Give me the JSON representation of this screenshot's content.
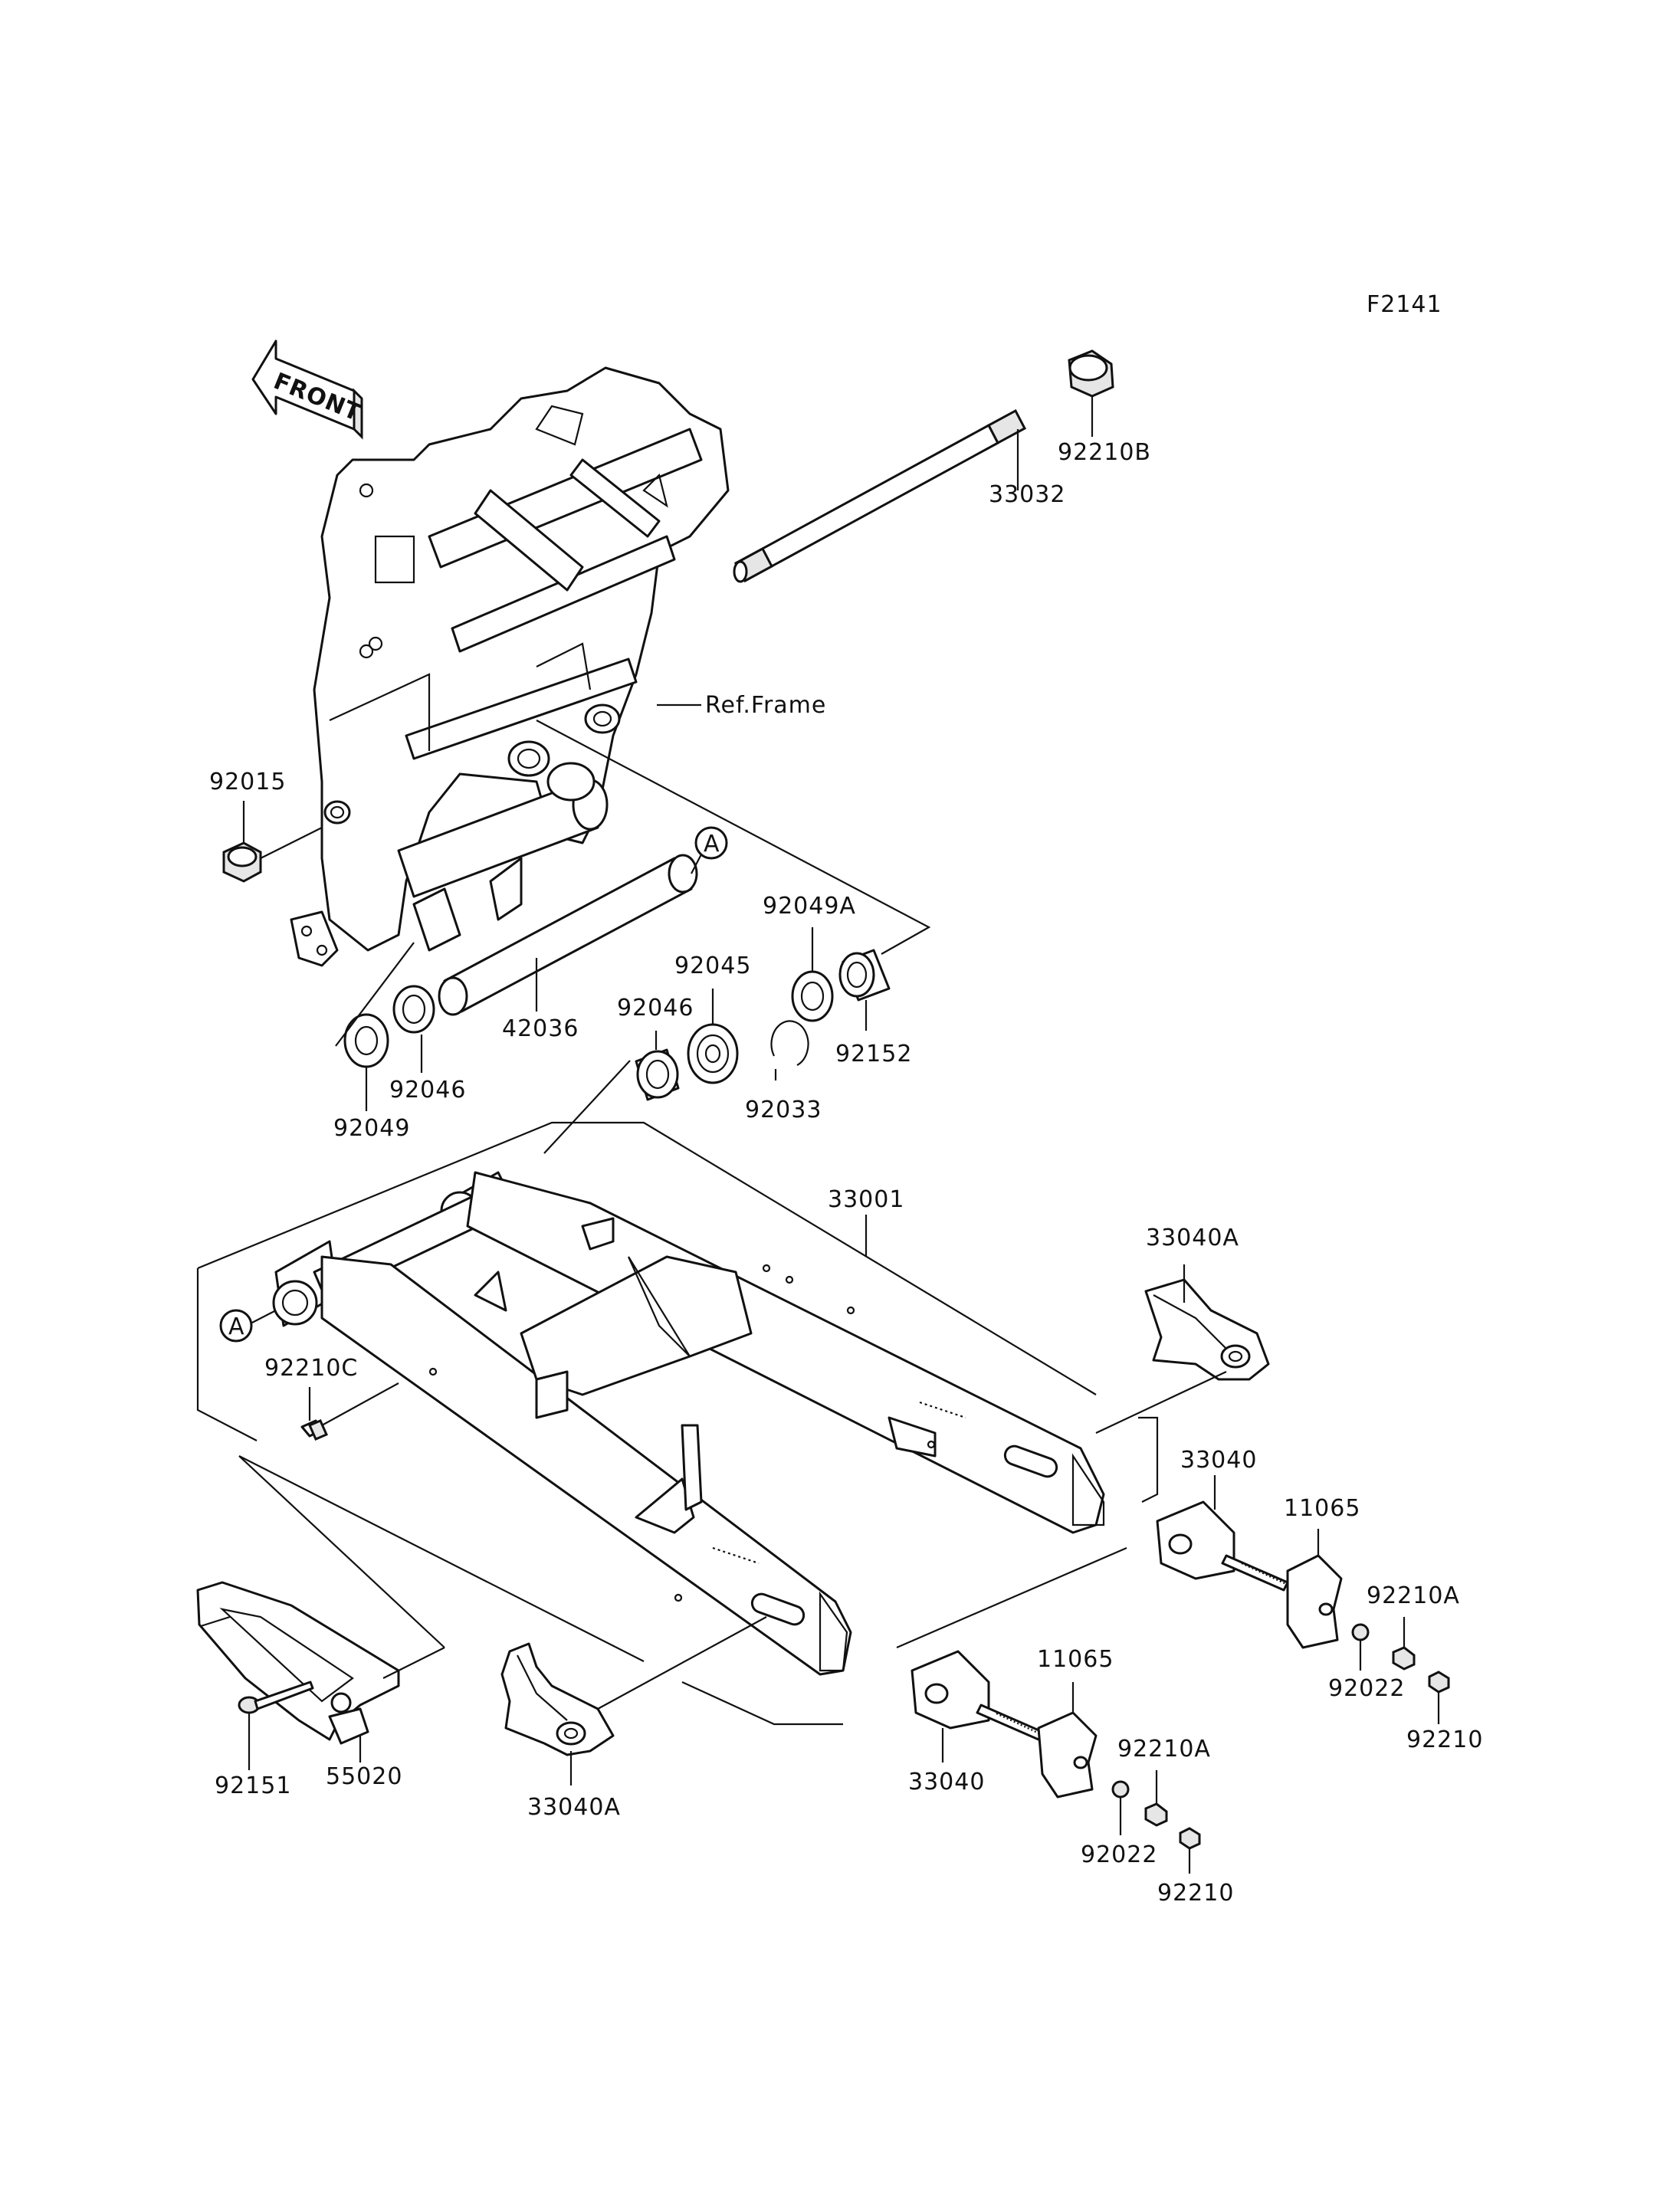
{
  "diagram": {
    "code": "F2141",
    "front_label": "FRONT",
    "ref_frame": "Ref.Frame",
    "marker": "A"
  },
  "labels": {
    "p92210B": "92210B",
    "p33032": "33032",
    "p92015": "92015",
    "p42036": "42036",
    "p92049A": "92049A",
    "p92045": "92045",
    "p92046_top": "92046",
    "p92046": "92046",
    "p92152": "92152",
    "p92033": "92033",
    "p92049": "92049",
    "p33001": "33001",
    "p33040A_right": "33040A",
    "p92210C": "92210C",
    "p33040_right": "33040",
    "p11065_right": "11065",
    "p92210A_right": "92210A",
    "p92022_right": "92022",
    "p92210_right": "92210",
    "p11065_mid": "11065",
    "p92210A_mid": "92210A",
    "p33040_mid": "33040",
    "p92022_mid": "92022",
    "p92210_mid": "92210",
    "p92151": "92151",
    "p55020": "55020",
    "p33040A_left": "33040A"
  }
}
